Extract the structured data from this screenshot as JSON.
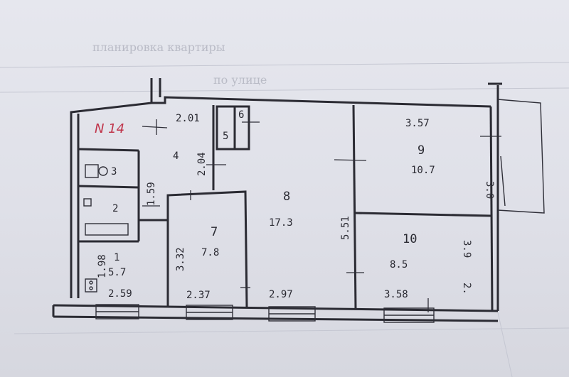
{
  "faint_text": {
    "line1": "планировка квартиры",
    "line2": "по улице"
  },
  "apartment": {
    "label": "N 14"
  },
  "rooms": [
    {
      "id": "room-1",
      "number": "1",
      "area": "5.7"
    },
    {
      "id": "room-2",
      "number": "2"
    },
    {
      "id": "room-3",
      "number": "3"
    },
    {
      "id": "room-4",
      "number": "4"
    },
    {
      "id": "room-5",
      "number": "5"
    },
    {
      "id": "room-6",
      "number": "6"
    },
    {
      "id": "room-7",
      "number": "7",
      "area": "7.8"
    },
    {
      "id": "room-8",
      "number": "8",
      "area": "17.3"
    },
    {
      "id": "room-9",
      "number": "9",
      "area": "10.7"
    },
    {
      "id": "room-10",
      "number": "10",
      "area": "8.5"
    }
  ],
  "dimensions": {
    "d201": "2.01",
    "d204": "2.04",
    "d159": "1.59",
    "d198": "1.98",
    "d332": "3.32",
    "d259": "2.59",
    "d237": "2.37",
    "d297": "2.97",
    "d358": "3.58",
    "d551": "5.51",
    "d357": "3.57",
    "d30": "3.0",
    "d39": "3.9",
    "d2": "2."
  }
}
